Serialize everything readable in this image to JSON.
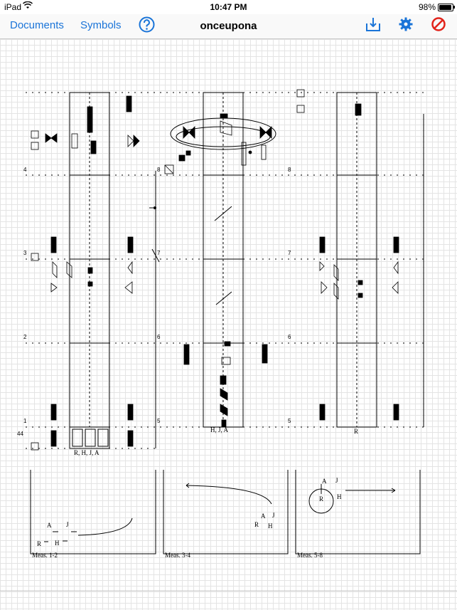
{
  "status_bar": {
    "carrier": "iPad",
    "time": "10:47 PM",
    "battery": "98%"
  },
  "nav": {
    "documents_label": "Documents",
    "symbols_label": "Symbols",
    "help_icon": "question-circle-icon",
    "title": "onceupona",
    "download_icon": "download-icon",
    "settings_icon": "gear-icon",
    "stop_icon": "no-entry-icon"
  },
  "colors": {
    "accent": "#1a74d8",
    "stop": "#e2231a"
  },
  "score": {
    "measure_numbers": {
      "left": [
        "4",
        "3",
        "2",
        "1"
      ],
      "middle": [
        "8",
        "7",
        "6",
        "5"
      ],
      "right": [
        "8",
        "7",
        "6",
        "5"
      ],
      "pickup": "44"
    },
    "staff_labels": [
      "R, H, J, A",
      "H, J, A",
      "R"
    ]
  },
  "floor_plans": [
    {
      "caption": "Meas. 1-2",
      "dancers": [
        "A",
        "J",
        "R",
        "H"
      ]
    },
    {
      "caption": "Meas. 3-4",
      "dancers": [
        "J",
        "A",
        "R",
        "H"
      ]
    },
    {
      "caption": "Meas. 5-8",
      "dancers": [
        "A",
        "J",
        "R",
        "H"
      ]
    }
  ]
}
